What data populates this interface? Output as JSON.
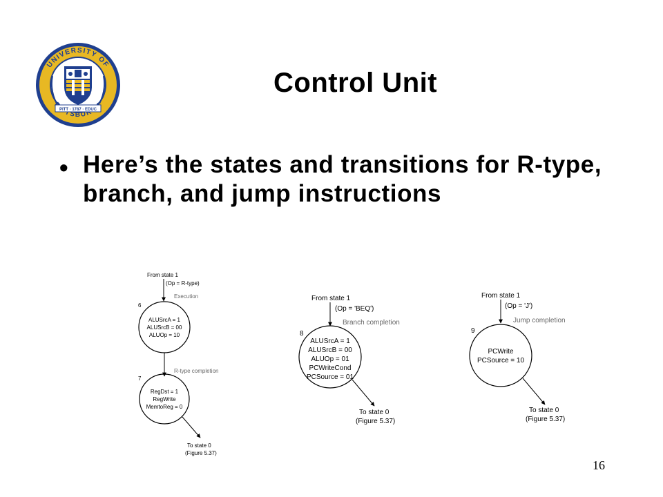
{
  "slide": {
    "title": "Control Unit",
    "bullet": "Here’s the states and transitions for R-type, branch, and jump instructions",
    "page_number": "16"
  },
  "logo": {
    "ring_top_text": "UNIVERSITY OF",
    "ring_bottom_text": "PITTSBURGH",
    "ribbon_text": "PITT · 1787 · EDUC",
    "colors": {
      "navy": "#1f3f8f",
      "gold": "#e8b823"
    }
  },
  "diagram_rtype": {
    "from_label": "From state 1",
    "condition": "(Op = R-type)",
    "execution_state": {
      "number": "6",
      "name": "Execution",
      "signals": [
        "ALUSrcA = 1",
        "ALUSrcB = 00",
        "ALUOp = 10"
      ]
    },
    "completion_state": {
      "number": "7",
      "name": "R-type completion",
      "signals": [
        "RegDst = 1",
        "RegWrite",
        "MemtoReg = 0"
      ]
    },
    "to_label": "To state 0",
    "to_ref": "(Figure 5.37)"
  },
  "diagram_branch": {
    "from_label": "From state 1",
    "condition": "(Op = 'BEQ')",
    "state": {
      "number": "8",
      "name": "Branch completion",
      "signals": [
        "ALUSrcA = 1",
        "ALUSrcB = 00",
        "ALUOp = 01",
        "PCWriteCond",
        "PCSource = 01"
      ]
    },
    "to_label": "To state 0",
    "to_ref": "(Figure 5.37)"
  },
  "diagram_jump": {
    "from_label": "From state 1",
    "condition": "(Op = 'J')",
    "state": {
      "number": "9",
      "name": "Jump completion",
      "signals": [
        "PCWrite",
        "PCSource = 10"
      ]
    },
    "to_label": "To state 0",
    "to_ref": "(Figure 5.37)"
  }
}
